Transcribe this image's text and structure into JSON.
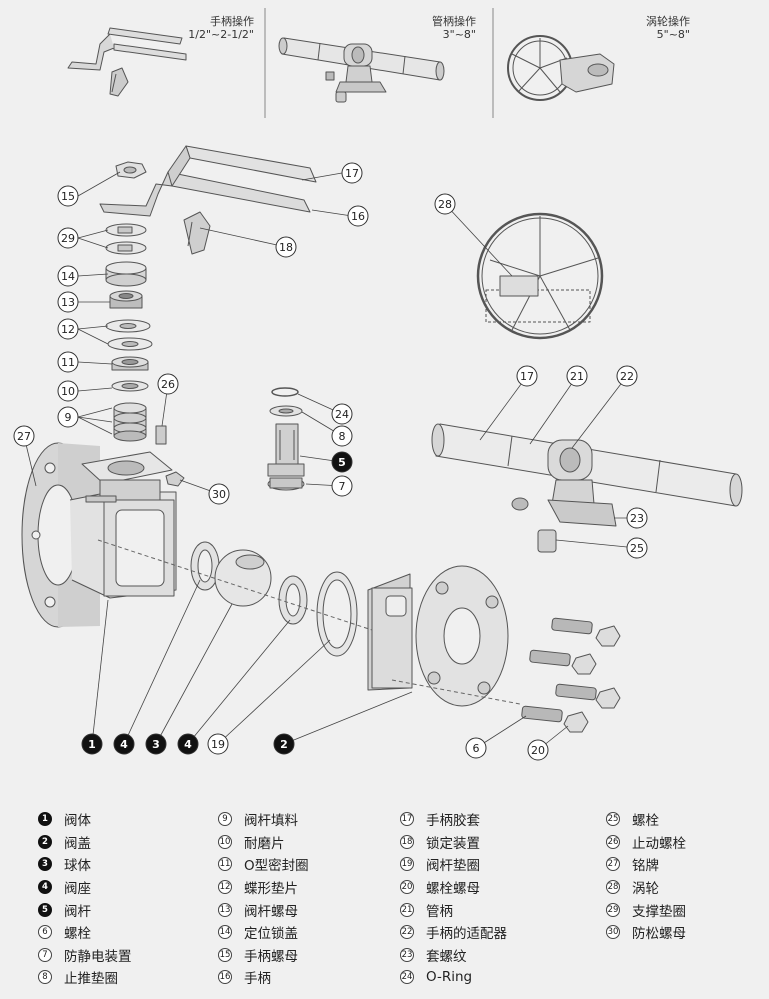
{
  "headers": [
    {
      "title": "手柄操作",
      "size": "1/2\"~2-1/2\""
    },
    {
      "title": "管柄操作",
      "size": "3\"~8\""
    },
    {
      "title": "涡轮操作",
      "size": "5\"~8\""
    }
  ],
  "callouts": [
    {
      "num": "1",
      "filled": true
    },
    {
      "num": "2",
      "filled": true
    },
    {
      "num": "3",
      "filled": true
    },
    {
      "num": "4",
      "filled": true
    },
    {
      "num": "4",
      "filled": true
    },
    {
      "num": "5",
      "filled": true
    },
    {
      "num": "6",
      "filled": false
    },
    {
      "num": "7",
      "filled": false
    },
    {
      "num": "8",
      "filled": false
    },
    {
      "num": "9",
      "filled": false
    },
    {
      "num": "10",
      "filled": false
    },
    {
      "num": "11",
      "filled": false
    },
    {
      "num": "12",
      "filled": false
    },
    {
      "num": "13",
      "filled": false
    },
    {
      "num": "14",
      "filled": false
    },
    {
      "num": "15",
      "filled": false
    },
    {
      "num": "16",
      "filled": false
    },
    {
      "num": "17",
      "filled": false
    },
    {
      "num": "17",
      "filled": false
    },
    {
      "num": "18",
      "filled": false
    },
    {
      "num": "19",
      "filled": false
    },
    {
      "num": "20",
      "filled": false
    },
    {
      "num": "21",
      "filled": false
    },
    {
      "num": "22",
      "filled": false
    },
    {
      "num": "23",
      "filled": false
    },
    {
      "num": "24",
      "filled": false
    },
    {
      "num": "25",
      "filled": false
    },
    {
      "num": "26",
      "filled": false
    },
    {
      "num": "27",
      "filled": false
    },
    {
      "num": "28",
      "filled": false
    },
    {
      "num": "29",
      "filled": false
    },
    {
      "num": "30",
      "filled": false
    }
  ],
  "legend": [
    [
      {
        "num": "1",
        "label": "阀体",
        "filled": true
      },
      {
        "num": "2",
        "label": "阀盖",
        "filled": true
      },
      {
        "num": "3",
        "label": "球体",
        "filled": true
      },
      {
        "num": "4",
        "label": "阀座",
        "filled": true
      },
      {
        "num": "5",
        "label": "阀杆",
        "filled": true
      },
      {
        "num": "6",
        "label": "螺栓",
        "filled": false
      },
      {
        "num": "7",
        "label": "防静电装置",
        "filled": false
      },
      {
        "num": "8",
        "label": "止推垫圈",
        "filled": false
      }
    ],
    [
      {
        "num": "9",
        "label": "阀杆填料",
        "filled": false
      },
      {
        "num": "10",
        "label": "耐磨片",
        "filled": false
      },
      {
        "num": "11",
        "label": "O型密封圈",
        "filled": false
      },
      {
        "num": "12",
        "label": "蝶形垫片",
        "filled": false
      },
      {
        "num": "13",
        "label": "阀杆螺母",
        "filled": false
      },
      {
        "num": "14",
        "label": "定位锁盖",
        "filled": false
      },
      {
        "num": "15",
        "label": "手柄螺母",
        "filled": false
      },
      {
        "num": "16",
        "label": "手柄",
        "filled": false
      }
    ],
    [
      {
        "num": "17",
        "label": "手柄胶套",
        "filled": false
      },
      {
        "num": "18",
        "label": "锁定装置",
        "filled": false
      },
      {
        "num": "19",
        "label": "阀杆垫圈",
        "filled": false
      },
      {
        "num": "20",
        "label": "螺栓螺母",
        "filled": false
      },
      {
        "num": "21",
        "label": "管柄",
        "filled": false
      },
      {
        "num": "22",
        "label": "手柄的适配器",
        "filled": false
      },
      {
        "num": "23",
        "label": "套螺纹",
        "filled": false
      },
      {
        "num": "24",
        "label": "O-Ring",
        "filled": false
      }
    ],
    [
      {
        "num": "25",
        "label": "螺栓",
        "filled": false
      },
      {
        "num": "26",
        "label": "止动螺栓",
        "filled": false
      },
      {
        "num": "27",
        "label": "铭牌",
        "filled": false
      },
      {
        "num": "28",
        "label": "涡轮",
        "filled": false
      },
      {
        "num": "29",
        "label": "支撑垫圈",
        "filled": false
      },
      {
        "num": "30",
        "label": "防松螺母",
        "filled": false
      }
    ]
  ]
}
